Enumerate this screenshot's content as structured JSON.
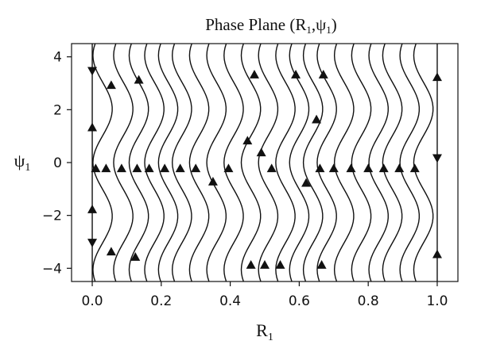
{
  "chart_data": {
    "type": "streamplot",
    "title": "Phase Plane (R",
    "title_sub1": "1",
    "title_mid": ",ψ",
    "title_sub2": "1",
    "title_end": ")",
    "xlabel": "R",
    "xlabel_sub": "1",
    "ylabel": "ψ",
    "ylabel_sub": "1",
    "xlim": [
      -0.06,
      1.06
    ],
    "ylim": [
      -4.5,
      4.5
    ],
    "xticks": [
      0.0,
      0.2,
      0.4,
      0.6,
      0.8,
      1.0
    ],
    "xtick_labels": [
      "0.0",
      "0.2",
      "0.4",
      "0.6",
      "0.8",
      "1.0"
    ],
    "yticks": [
      -4,
      -2,
      0,
      2,
      4
    ],
    "ytick_labels": [
      "−4",
      "−2",
      "0",
      "2",
      "4"
    ],
    "grid": false,
    "line_color": "#111111",
    "streamline_base_x": [
      0.03,
      0.09,
      0.135,
      0.18,
      0.22,
      0.26,
      0.31,
      0.36,
      0.41,
      0.46,
      0.51,
      0.56,
      0.6,
      0.64,
      0.68,
      0.73,
      0.78,
      0.83,
      0.87,
      0.92,
      0.96
    ],
    "fixed_lines_x": [
      0.0,
      1.0
    ],
    "arrows": [
      {
        "x": 0.0,
        "y": 3.5,
        "dir": "down"
      },
      {
        "x": 0.0,
        "y": 1.3,
        "dir": "up"
      },
      {
        "x": 0.0,
        "y": -1.8,
        "dir": "up"
      },
      {
        "x": 0.0,
        "y": -3.0,
        "dir": "down"
      },
      {
        "x": 1.0,
        "y": 3.2,
        "dir": "up"
      },
      {
        "x": 1.0,
        "y": 0.2,
        "dir": "down"
      },
      {
        "x": 1.0,
        "y": -3.5,
        "dir": "up"
      },
      {
        "x": 0.055,
        "y": 2.9,
        "dir": "up"
      },
      {
        "x": 0.055,
        "y": -3.4,
        "dir": "up"
      },
      {
        "x": 0.135,
        "y": 3.1,
        "dir": "up"
      },
      {
        "x": 0.125,
        "y": -3.6,
        "dir": "up"
      },
      {
        "x": 0.45,
        "y": 0.8,
        "dir": "up"
      },
      {
        "x": 0.49,
        "y": 0.35,
        "dir": "up"
      },
      {
        "x": 0.47,
        "y": 3.3,
        "dir": "up"
      },
      {
        "x": 0.59,
        "y": 3.3,
        "dir": "up"
      },
      {
        "x": 0.67,
        "y": 3.3,
        "dir": "up"
      },
      {
        "x": 0.65,
        "y": 1.6,
        "dir": "up"
      },
      {
        "x": 0.62,
        "y": -0.8,
        "dir": "up"
      },
      {
        "x": 0.35,
        "y": -0.75,
        "dir": "up"
      },
      {
        "x": 0.46,
        "y": -3.9,
        "dir": "up"
      },
      {
        "x": 0.5,
        "y": -3.9,
        "dir": "up"
      },
      {
        "x": 0.545,
        "y": -3.9,
        "dir": "up"
      },
      {
        "x": 0.665,
        "y": -3.9,
        "dir": "up"
      }
    ],
    "row_arrow_x": [
      0.01,
      0.04,
      0.085,
      0.13,
      0.165,
      0.21,
      0.255,
      0.3,
      0.395,
      0.52,
      0.66,
      0.7,
      0.75,
      0.8,
      0.845,
      0.89,
      0.935
    ]
  }
}
